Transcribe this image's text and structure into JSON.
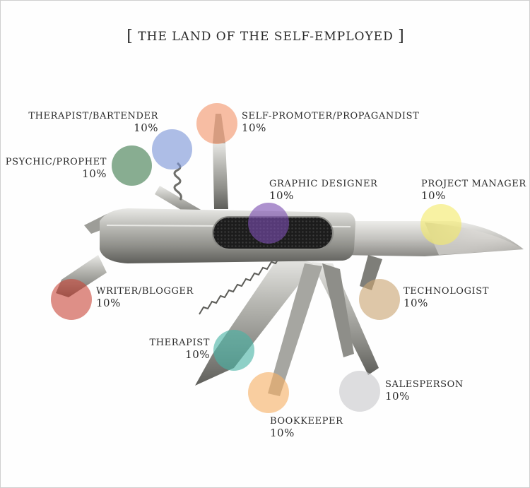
{
  "title": "THE LAND OF THE SELF-EMPLOYED",
  "title_left_bracket": "[",
  "title_right_bracket": "]",
  "roles": [
    {
      "id": "therapist-bartender",
      "name": "THERAPIST/BARTENDER",
      "percent": "10%",
      "color": "#7a94d6"
    },
    {
      "id": "self-promoter",
      "name": "SELF-PROMOTER/PROPAGANDIST",
      "percent": "10%",
      "color": "#f2946a"
    },
    {
      "id": "psychic-prophet",
      "name": "PSYCHIC/PROPHET",
      "percent": "10%",
      "color": "#3f7a4e"
    },
    {
      "id": "graphic-designer",
      "name": "GRAPHIC DESIGNER",
      "percent": "10%",
      "color": "#7b4db0"
    },
    {
      "id": "project-manager",
      "name": "PROJECT MANAGER",
      "percent": "10%",
      "color": "#f4ea6a"
    },
    {
      "id": "writer-blogger",
      "name": "WRITER/BLOGGER",
      "percent": "10%",
      "color": "#c94a3d"
    },
    {
      "id": "technologist",
      "name": "TECHNOLOGIST",
      "percent": "10%",
      "color": "#c9a473"
    },
    {
      "id": "therapist",
      "name": "THERAPIST",
      "percent": "10%",
      "color": "#49b3a4"
    },
    {
      "id": "salesperson",
      "name": "SALESPERSON",
      "percent": "10%",
      "color": "#c8c8cc"
    },
    {
      "id": "bookkeeper",
      "name": "BOOKKEEPER",
      "percent": "10%",
      "color": "#f5b065"
    }
  ]
}
